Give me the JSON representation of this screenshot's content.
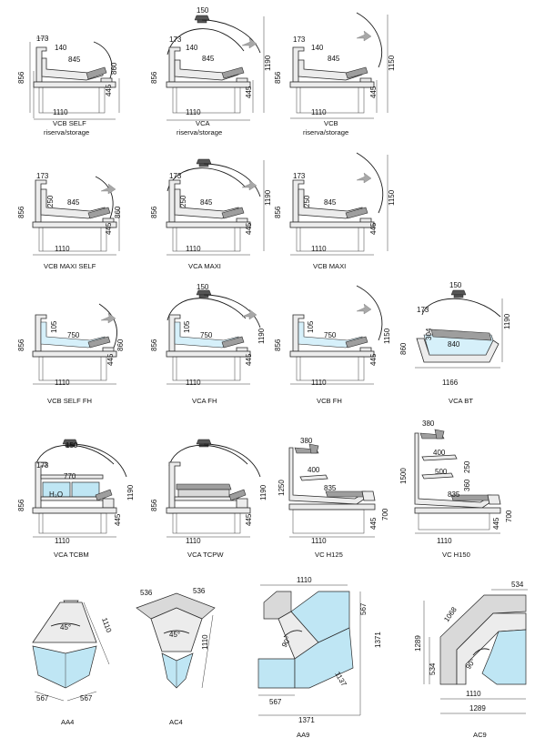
{
  "captions": {
    "vcb_self": "VCB SELF",
    "vcb_self_sub": "riserva/storage",
    "vca": "VCA",
    "vca_sub": "riserva/storage",
    "vcb": "VCB",
    "vcb_sub": "riserva/storage",
    "vcb_maxi_self": "VCB MAXI SELF",
    "vca_maxi": "VCA MAXI",
    "vcb_maxi": "VCB MAXI",
    "vcb_self_fh": "VCB SELF FH",
    "vca_fh": "VCA FH",
    "vcb_fh": "VCB FH",
    "vca_bt": "VCA BT",
    "vca_tcbm": "VCA TCBM",
    "vca_tcpw": "VCA TCPW",
    "vc_h125": "VC H125",
    "vc_h150": "VC H150",
    "aa4": "AA4",
    "ac4": "AC4",
    "aa9": "AA9",
    "ac9": "AC9"
  },
  "dims": {
    "d150": "150",
    "d173": "173",
    "d140": "140",
    "d845": "845",
    "d856": "856",
    "d860": "860",
    "d445": "445",
    "d1110": "1110",
    "d1190": "1190",
    "d1150": "1150",
    "d250": "250",
    "d105": "105",
    "d750": "750",
    "d1166": "1166",
    "d304": "304",
    "d840": "840",
    "d770": "770",
    "d380": "380",
    "d400": "400",
    "d835": "835",
    "d1250": "1250",
    "d700": "700",
    "d500": "500",
    "d360": "360",
    "d1500": "1500",
    "d45deg": "45°",
    "d567": "567",
    "d536": "536",
    "d90deg": "90°",
    "d1371": "1371",
    "d1137": "1137",
    "d534": "534",
    "d1068": "1068",
    "d1289": "1289"
  },
  "labels": {
    "h2o": "H₂O"
  }
}
